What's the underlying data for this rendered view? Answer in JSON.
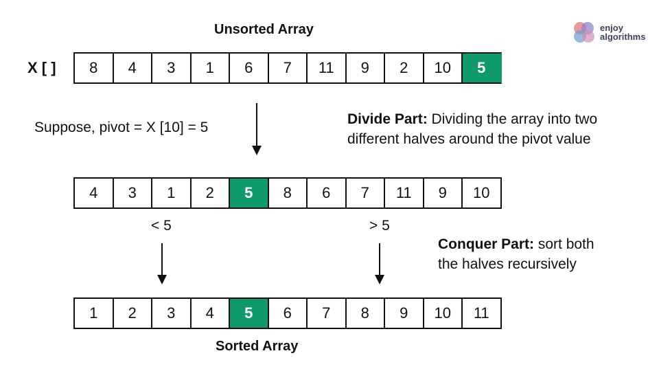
{
  "logo": {
    "line1": "enjoy",
    "line2": "algorithms"
  },
  "top": {
    "title": "Unsorted Array",
    "array_label": "X [ ]",
    "cells": [
      "8",
      "4",
      "3",
      "1",
      "6",
      "7",
      "11",
      "9",
      "2",
      "10",
      "5"
    ],
    "pivot_index": 10
  },
  "pivot_note": "Suppose, pivot = X [10] = 5",
  "divide": {
    "heading": "Divide Part:",
    "text_line1": " Dividing the array into two",
    "text_line2": "different halves around the pivot value"
  },
  "middle": {
    "cells": [
      "4",
      "3",
      "1",
      "2",
      "5",
      "8",
      "6",
      "7",
      "11",
      "9",
      "10"
    ],
    "pivot_index": 4,
    "left_label": "< 5",
    "right_label": "> 5"
  },
  "conquer": {
    "heading": "Conquer Part:",
    "text_line1": " sort both",
    "text_line2": "the halves recursively"
  },
  "bottom": {
    "cells": [
      "1",
      "2",
      "3",
      "4",
      "5",
      "6",
      "7",
      "8",
      "9",
      "10",
      "11"
    ],
    "pivot_index": 4,
    "title": "Sorted Array"
  },
  "colors": {
    "pivot": "#0e9a6a",
    "line": "#111111"
  }
}
